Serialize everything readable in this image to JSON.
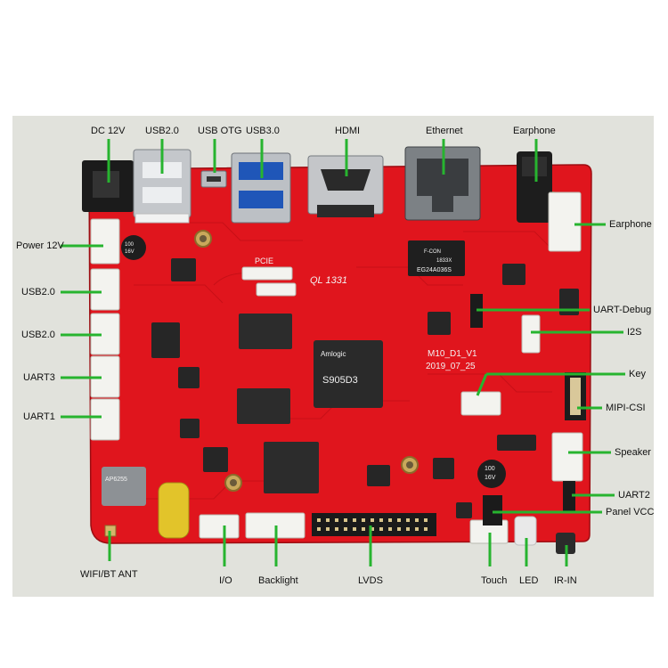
{
  "labels": {
    "dc12v": "DC 12V",
    "usb20_top": "USB2.0",
    "usb_otg": "USB OTG",
    "usb30": "USB3.0",
    "hdmi": "HDMI",
    "ethernet": "Ethernet",
    "earphone_top": "Earphone",
    "earphone_right": "Earphone",
    "power12v": "Power 12V",
    "usb20_left1": "USB2.0",
    "usb20_left2": "USB2.0",
    "uart3": "UART3",
    "uart1": "UART1",
    "wifi_bt_ant": "WIFI/BT ANT",
    "io": "I/O",
    "backlight": "Backlight",
    "lvds": "LVDS",
    "touch": "Touch",
    "led": "LED",
    "ir_in": "IR-IN",
    "uart_debug": "UART-Debug",
    "i2s": "I2S",
    "key": "Key",
    "mipi_csi": "MIPI-CSI",
    "speaker": "Speaker",
    "uart2": "UART2",
    "panel_vcc": "Panel VCC"
  },
  "silkscreen": {
    "ql": "QL 1331",
    "board_id": "M10_D1_V1",
    "date": "2019_07_25",
    "chip_brand": "Amlogic",
    "chip_model": "S905D3",
    "pcie": "PCIE",
    "eth_brand": "F-CON",
    "eth_code": "1833X",
    "eth_model": "EG24A036S",
    "wifi_module": "AP6255",
    "cap_value": "100",
    "cap_voltage": "16V",
    "cap_small_value": "100",
    "cap_small_voltage": "16V"
  },
  "colors": {
    "pcb": "#e0151d",
    "callout": "#27b42f",
    "panel": "#e1e2dc"
  }
}
